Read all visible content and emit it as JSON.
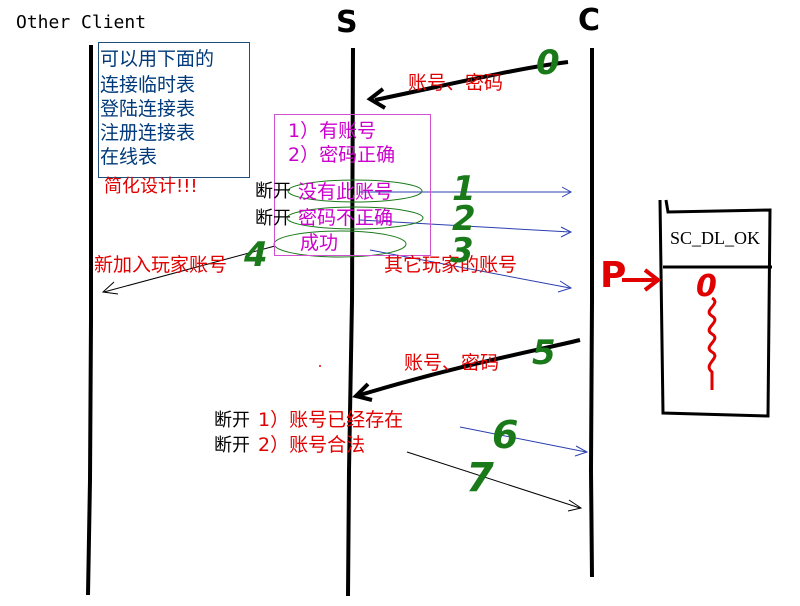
{
  "lifelines": {
    "other_client": "Other Client",
    "server": "S",
    "client": "C"
  },
  "note_blue": {
    "lines": [
      "可以用下面的",
      "连接临时表",
      "登陆连接表",
      "注册连接表",
      "在线表"
    ]
  },
  "simplify_note": "简化设计!!!",
  "conditions": {
    "line1": "1）有账号",
    "line2": "2）密码正确"
  },
  "login_msg": "账号、密码",
  "login_results": {
    "disconnect1": "断开",
    "no_account": "没有此账号",
    "disconnect2": "断开",
    "wrong_password": "密码不正确",
    "success": "成功"
  },
  "new_player": "新加入玩家账号",
  "other_accounts": "其它玩家的账号",
  "register_msg": "账号、密码",
  "register_results": {
    "disconnect1": "断开",
    "already_exists": "1）账号已经存在",
    "disconnect2": "断开",
    "illegal": "2）账号合法"
  },
  "client_state": {
    "title": "SC_DL_OK",
    "p_label": "P",
    "state_value": "0"
  },
  "step_numbers": [
    "0",
    "1",
    "2",
    "3",
    "4",
    "5",
    "6",
    "7"
  ],
  "colors": {
    "red": "#e00000",
    "green": "#1a7a1a",
    "blue": "#2a3fb0",
    "magenta": "#cc00cc"
  }
}
